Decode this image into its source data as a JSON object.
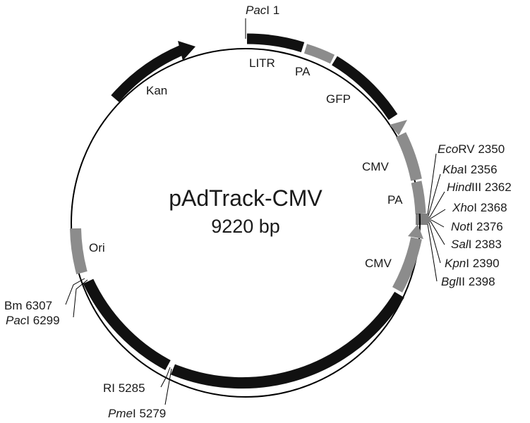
{
  "plasmid": {
    "name": "pAdTrack-CMV",
    "size": "9220 bp"
  },
  "colors": {
    "dark_feature": "#111111",
    "light_feature": "#8c8c8c",
    "backbone": "#000000"
  },
  "features": [
    {
      "id": "litr",
      "label": "LITR",
      "color": "dark"
    },
    {
      "id": "pa-top",
      "label": "PA",
      "color": "light"
    },
    {
      "id": "gfp",
      "label": "GFP",
      "color": "dark"
    },
    {
      "id": "cmv-upper",
      "label": "CMV",
      "color": "light",
      "arrow": "ccw"
    },
    {
      "id": "pa-mid",
      "label": "PA",
      "color": "light"
    },
    {
      "id": "cmv-lower",
      "label": "CMV",
      "color": "light",
      "arrow": "ccw"
    },
    {
      "id": "ori",
      "label": "Ori",
      "color": "light"
    },
    {
      "id": "kan",
      "label": "Kan",
      "color": "dark",
      "arrow": "cw"
    }
  ],
  "sites": {
    "pacI_top": {
      "enzyme": "Pac",
      "suffix": "I",
      "position": "1"
    },
    "mcs": [
      {
        "enzyme": "Eco",
        "suffix": "RV",
        "position": "2350"
      },
      {
        "enzyme": "Kba",
        "suffix": "I",
        "position": "2356"
      },
      {
        "enzyme": "Hind",
        "suffix": "III",
        "position": "2362"
      },
      {
        "enzyme": "Xho",
        "suffix": "I",
        "position": "2368"
      },
      {
        "enzyme": "Not",
        "suffix": "I",
        "position": "2376"
      },
      {
        "enzyme": "Sal",
        "suffix": "I",
        "position": "2383"
      },
      {
        "enzyme": "Kpn",
        "suffix": "I",
        "position": "2390"
      },
      {
        "enzyme": "Bgl",
        "suffix": "II",
        "position": "2398"
      }
    ],
    "bm": {
      "text": "Bm 6307"
    },
    "pacI_left": {
      "enzyme": "Pac",
      "suffix": "I",
      "position": "6299"
    },
    "ri": {
      "text": "RI 5285"
    },
    "pmeI": {
      "enzyme": "Pme",
      "suffix": "I",
      "position": "5279"
    }
  }
}
